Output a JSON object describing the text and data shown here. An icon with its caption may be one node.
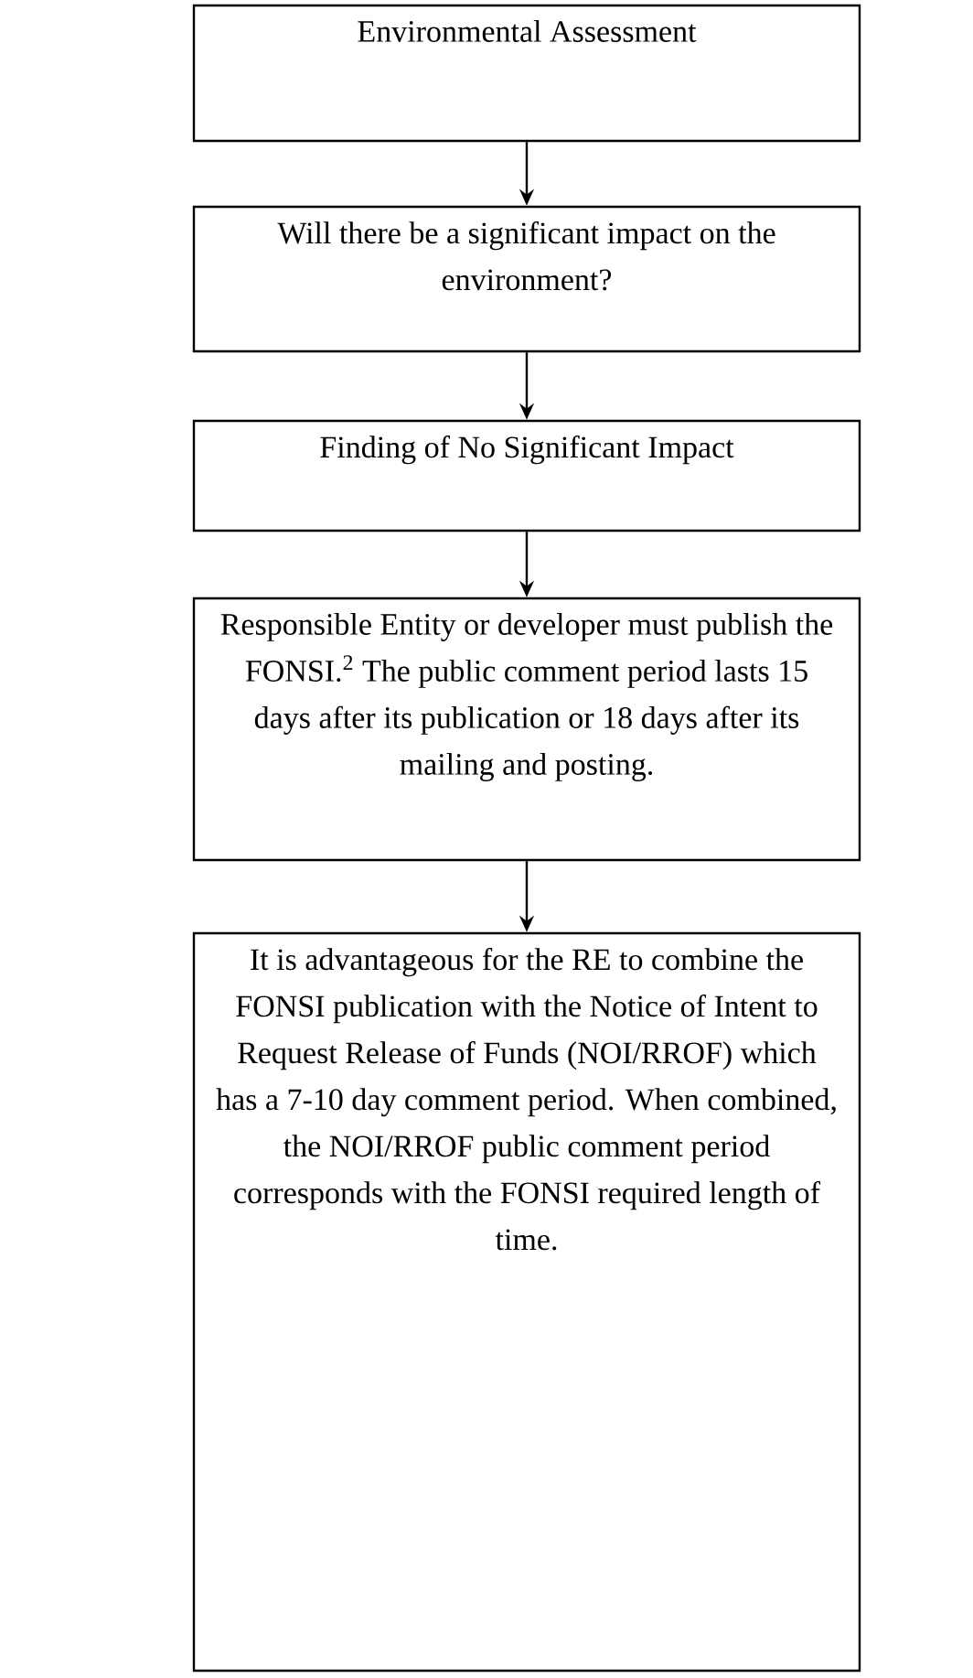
{
  "diagram": {
    "nodes": [
      {
        "text": [
          "Environmental Assessment"
        ]
      },
      {
        "text": [
          "Will there be a significant impact on the environment?"
        ]
      },
      {
        "text": [
          "Finding of No Significant Impact"
        ]
      },
      {
        "text": [
          "Responsible Entity or developer must publish the FONSI.$^{2}$ The public comment period lasts 15 days after its publication or 18 days after its mailing and posting."
        ]
      },
      {
        "text": [
          "It is advantageous for the RE to combine the FONSI publication with the Notice of Intent to Request Release of Funds (NOI/RROF) which has a 7-10 day comment period.  When combined, the NOI/RROF public comment period corresponds with the FONSI required length of time."
        ]
      }
    ],
    "edges": [
      {
        "from": 0,
        "to": 1,
        "arrow": "to"
      },
      {
        "from": 1,
        "to": 2,
        "arrow": "to"
      },
      {
        "from": 2,
        "to": 3,
        "arrow": "to"
      },
      {
        "from": 3,
        "to": 4,
        "arrow": "to"
      }
    ]
  }
}
